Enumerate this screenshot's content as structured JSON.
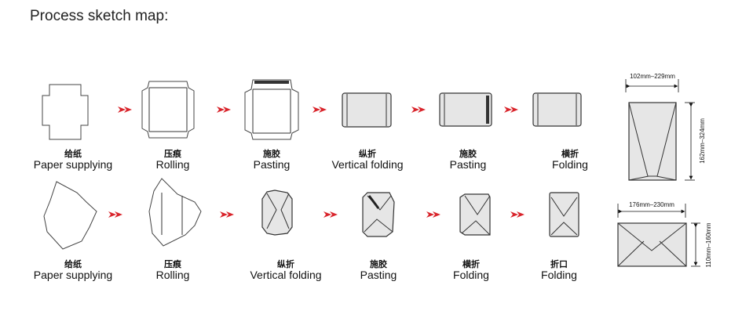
{
  "title": "Process sketch map:",
  "row1": [
    {
      "zh": "给纸",
      "en": "Paper supplying"
    },
    {
      "zh": "压痕",
      "en": "Rolling"
    },
    {
      "zh": "施胶",
      "en": "Pasting"
    },
    {
      "zh": "纵折",
      "en": "Vertical folding"
    },
    {
      "zh": "施胶",
      "en": "Pasting"
    },
    {
      "zh": "横折",
      "en": "Folding"
    }
  ],
  "row2": [
    {
      "zh": "给纸",
      "en": "Paper supplying"
    },
    {
      "zh": "压痕",
      "en": "Rolling"
    },
    {
      "zh": "纵折",
      "en": "Vertical folding"
    },
    {
      "zh": "施胶",
      "en": "Pasting"
    },
    {
      "zh": "横折",
      "en": "Folding"
    },
    {
      "zh": "折口",
      "en": "Folding"
    }
  ],
  "dims": {
    "top_width": "102mm–229mm",
    "top_height": "162mm–324mm",
    "bottom_width": "176mm–230mm",
    "bottom_height": "110mm–160mm"
  },
  "colors": {
    "arrow": "#d9242b",
    "panel": "#e6e6e6"
  }
}
